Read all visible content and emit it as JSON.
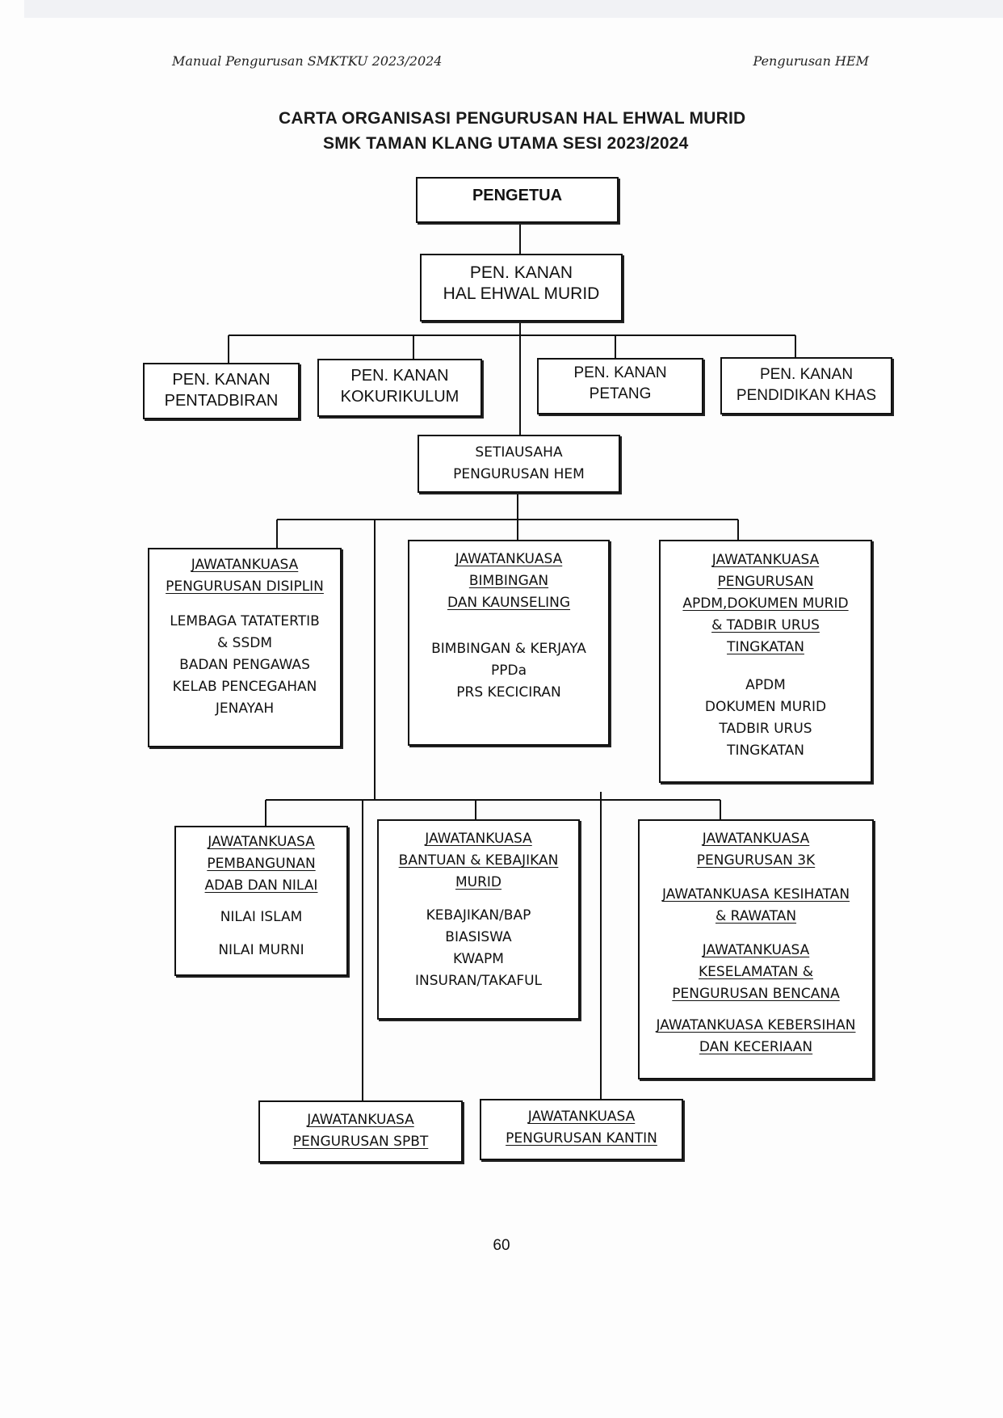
{
  "header": {
    "left": "Manual Pengurusan SMKTKU 2023/2024",
    "right": "Pengurusan HEM"
  },
  "title": {
    "line1": "CARTA ORGANISASI PENGURUSAN HAL EHWAL MURID",
    "line2": "SMK TAMAN KLANG UTAMA SESI 2023/2024"
  },
  "nodes": {
    "pengetua": "PENGETUA",
    "pk_hem": [
      "PEN. KANAN",
      "HAL EHWAL MURID"
    ],
    "pk_pentadbiran": [
      "PEN. KANAN",
      "PENTADBIRAN"
    ],
    "pk_kokurikulum": [
      "PEN. KANAN",
      "KOKURIKULUM"
    ],
    "pk_petang": [
      "PEN. KANAN",
      "PETANG"
    ],
    "pk_pendidikan_khas": [
      "PEN. KANAN",
      "PENDIDIKAN KHAS"
    ],
    "setiausaha": [
      "SETIAUSAHA",
      "PENGURUSAN HEM"
    ],
    "disiplin": {
      "heading": [
        "JAWATANKUASA",
        "PENGURUSAN DISIPLIN"
      ],
      "items": [
        "LEMBAGA TATATERTIB",
        "& SSDM",
        "BADAN PENGAWAS",
        "KELAB PENCEGAHAN",
        "JENAYAH"
      ]
    },
    "bimbingan": {
      "heading": [
        "JAWATANKUASA",
        "BIMBINGAN",
        "DAN KAUNSELING"
      ],
      "items": [
        "BIMBINGAN & KERJAYA",
        "PPDa",
        "PRS KECICIRAN"
      ]
    },
    "apdm": {
      "heading": [
        "JAWATANKUASA",
        "PENGURUSAN",
        "APDM,DOKUMEN MURID",
        "& TADBIR URUS",
        "TINGKATAN"
      ],
      "items": [
        "APDM",
        "DOKUMEN MURID",
        "TADBIR URUS",
        "TINGKATAN"
      ]
    },
    "adab": {
      "heading": [
        "JAWATANKUASA",
        "PEMBANGUNAN",
        "ADAB DAN NILAI"
      ],
      "items": [
        "NILAI ISLAM",
        "NILAI MURNI"
      ]
    },
    "bantuan": {
      "heading": [
        "JAWATANKUASA",
        "BANTUAN & KEBAJIKAN",
        "MURID"
      ],
      "items": [
        "KEBAJIKAN/BAP",
        "BIASISWA",
        "KWAPM",
        "INSURAN/TAKAFUL"
      ]
    },
    "tigak": {
      "heading": [
        "JAWATANKUASA",
        "PENGURUSAN 3K"
      ],
      "sub1": [
        "JAWATANKUASA KESIHATAN",
        "& RAWATAN"
      ],
      "sub2": [
        "JAWATANKUASA",
        "KESELAMATAN &",
        "PENGURUSAN BENCANA"
      ],
      "sub3": [
        "JAWATANKUASA KEBERSIHAN",
        "DAN KECERIAAN"
      ]
    },
    "spbt": [
      "JAWATANKUASA",
      "PENGURUSAN SPBT"
    ],
    "kantin": [
      "JAWATANKUASA",
      "PENGURUSAN KANTIN"
    ]
  },
  "page_number": "60"
}
